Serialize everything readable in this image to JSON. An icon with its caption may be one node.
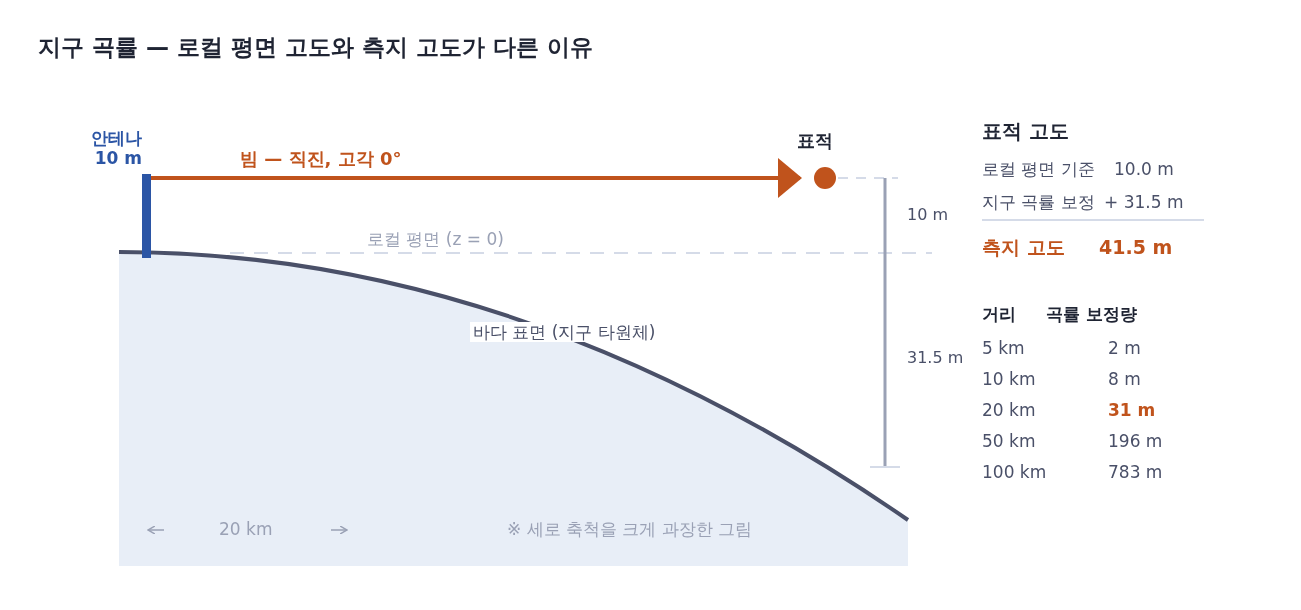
{
  "diagram": {
    "title": "지구 곡률 — 로컬 평면 고도와 측지 고도가 다른 이유",
    "nodes": [
      {
        "text": [
          "안테나 10 m"
        ]
      },
      {
        "text": [
          "표적"
        ]
      }
    ],
    "edges": [
      {
        "from": 0,
        "to": 1,
        "arrow": "to",
        "label": "빔 — 직진, 고각 0°"
      }
    ],
    "labels": [
      "로컬 평면 (z = 0)",
      "바다 표면 (지구 타원체)",
      "10 m",
      "31.5 m",
      "표적 고도",
      "로컬 평면 기준",
      "10.0 m",
      "지구 곡률 보정",
      "+ 31.5 m",
      "측지 고도",
      "41.5 m",
      "거리",
      "곡률 보정량",
      "5 km",
      "2 m",
      "10 km",
      "8 m",
      "20 km",
      "31 m",
      "50 km",
      "196 m",
      "100 km",
      "783 m",
      "20 km",
      "※ 세로 축척을 크게 과장한 그림"
    ]
  }
}
